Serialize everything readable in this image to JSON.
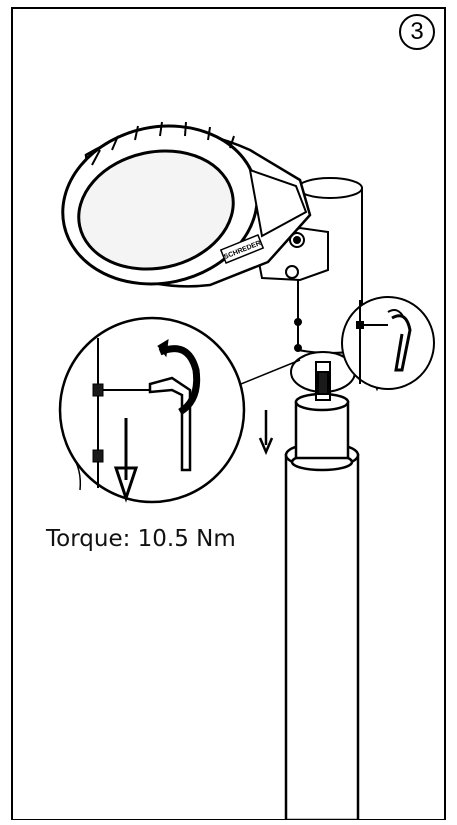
{
  "step": {
    "number": "3"
  },
  "annotation": {
    "torque_text": "Torque: 10.5 Nm"
  },
  "plate": {
    "label": "SCHREDER"
  },
  "colors": {
    "line": "#000000",
    "background": "#ffffff",
    "fill_light": "#f4f4f4",
    "fill_dark": "#1a1a1a"
  }
}
